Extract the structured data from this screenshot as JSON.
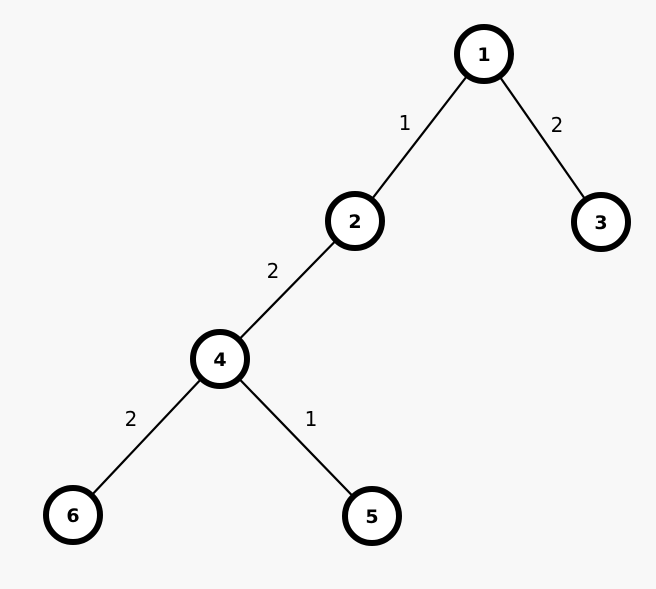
{
  "nodes": [
    {
      "id": "1",
      "label": "1"
    },
    {
      "id": "2",
      "label": "2"
    },
    {
      "id": "3",
      "label": "3"
    },
    {
      "id": "4",
      "label": "4"
    },
    {
      "id": "5",
      "label": "5"
    },
    {
      "id": "6",
      "label": "6"
    }
  ],
  "edges": [
    {
      "from": "1",
      "to": "2",
      "weight": "1"
    },
    {
      "from": "1",
      "to": "3",
      "weight": "2"
    },
    {
      "from": "2",
      "to": "4",
      "weight": "2"
    },
    {
      "from": "4",
      "to": "6",
      "weight": "2"
    },
    {
      "from": "4",
      "to": "5",
      "weight": "1"
    }
  ]
}
